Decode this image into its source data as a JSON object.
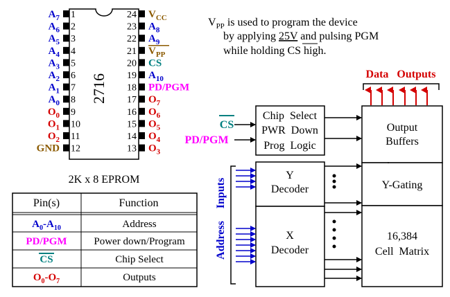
{
  "colors": {
    "blue": "#0000cc",
    "red": "#d40000",
    "brown": "#8b5a00",
    "teal": "#008080",
    "magenta": "#ff00ff",
    "black": "#000000"
  },
  "chip": {
    "label": "2716",
    "caption": "2K x 8 EPROM",
    "left_pins": [
      {
        "name": "A",
        "sub": "7",
        "num": "1",
        "color": "blue"
      },
      {
        "name": "A",
        "sub": "6",
        "num": "2",
        "color": "blue"
      },
      {
        "name": "A",
        "sub": "5",
        "num": "3",
        "color": "blue"
      },
      {
        "name": "A",
        "sub": "4",
        "num": "4",
        "color": "blue"
      },
      {
        "name": "A",
        "sub": "3",
        "num": "5",
        "color": "blue"
      },
      {
        "name": "A",
        "sub": "2",
        "num": "6",
        "color": "blue"
      },
      {
        "name": "A",
        "sub": "1",
        "num": "7",
        "color": "blue"
      },
      {
        "name": "A",
        "sub": "0",
        "num": "8",
        "color": "blue"
      },
      {
        "name": "O",
        "sub": "0",
        "num": "9",
        "color": "red"
      },
      {
        "name": "O",
        "sub": "1",
        "num": "10",
        "color": "red"
      },
      {
        "name": "O",
        "sub": "2",
        "num": "11",
        "color": "red"
      },
      {
        "name": "GND",
        "sub": "",
        "num": "12",
        "color": "brown"
      }
    ],
    "right_pins": [
      {
        "name": "V",
        "sub": "CC",
        "num": "24",
        "color": "brown"
      },
      {
        "name": "A",
        "sub": "8",
        "num": "23",
        "color": "blue"
      },
      {
        "name": "A",
        "sub": "9",
        "num": "22",
        "color": "blue"
      },
      {
        "name": "V",
        "sub": "PP",
        "num": "21",
        "color": "brown",
        "overline": true
      },
      {
        "name": "CS",
        "sub": "",
        "num": "20",
        "color": "teal"
      },
      {
        "name": "A",
        "sub": "10",
        "num": "19",
        "color": "blue"
      },
      {
        "name": "PD/PGM",
        "sub": "",
        "num": "18",
        "color": "magenta"
      },
      {
        "name": "O",
        "sub": "7",
        "num": "17",
        "color": "red"
      },
      {
        "name": "O",
        "sub": "6",
        "num": "16",
        "color": "red"
      },
      {
        "name": "O",
        "sub": "5",
        "num": "15",
        "color": "red"
      },
      {
        "name": "O",
        "sub": "4",
        "num": "14",
        "color": "red"
      },
      {
        "name": "O",
        "sub": "3",
        "num": "13",
        "color": "red"
      }
    ]
  },
  "note": {
    "line1_v": "V",
    "line1_sub": "PP",
    "line1_rest": " is used to program the device",
    "line2_a": "by applying ",
    "line2_u": "25V",
    "line2_b": " and pulsing PGM",
    "line3_a": "while holding ",
    "line3_cs": "CS",
    "line3_b": " high."
  },
  "table": {
    "headers": [
      "Pin(s)",
      "Function"
    ],
    "rows": [
      {
        "pin": "A",
        "pin_sub": "0",
        "pin_mid": "-A",
        "pin_sub2": "10",
        "color": "blue",
        "function": "Address"
      },
      {
        "pin": "PD/PGM",
        "pin_sub": "",
        "pin_mid": "",
        "pin_sub2": "",
        "color": "magenta",
        "function": "Power down/Program"
      },
      {
        "pin": "CS",
        "pin_sub": "",
        "pin_mid": "",
        "pin_sub2": "",
        "color": "teal",
        "function": "Chip Select",
        "overline": true
      },
      {
        "pin": "O",
        "pin_sub": "0",
        "pin_mid": "-O",
        "pin_sub2": "7",
        "color": "red",
        "function": "Outputs"
      }
    ]
  },
  "block": {
    "data_outputs": "Data   Outputs",
    "cs_label": "CS",
    "pdpgm_label": "PD/PGM",
    "control_lines": [
      "Chip  Select",
      "PWR  Down",
      "Prog  Logic"
    ],
    "output_buffers": [
      "Output",
      "Buffers"
    ],
    "y_decoder": [
      "Y",
      "Decoder"
    ],
    "y_gating": "Y-Gating",
    "x_decoder": [
      "X",
      "Decoder"
    ],
    "cell_matrix": [
      "16,384",
      "Cell  Matrix"
    ],
    "inputs_label": "Inputs",
    "address_label": "Address"
  }
}
